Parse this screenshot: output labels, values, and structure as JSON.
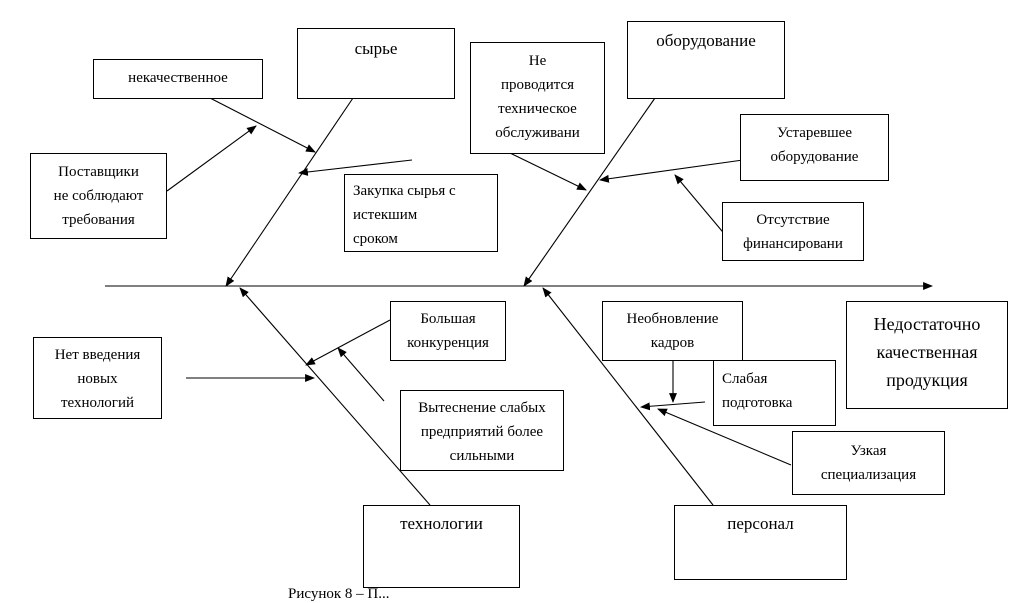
{
  "diagram": {
    "type": "fishbone",
    "effect": {
      "lines": [
        "Недостаточно",
        "качественная",
        "продукция"
      ]
    },
    "categories": {
      "raw_materials": {
        "label": "сырье",
        "causes": {
          "low_quality": {
            "lines": [
              "некачественное"
            ]
          },
          "suppliers": {
            "lines": [
              "Поставщики",
              "не соблюдают",
              "требования"
            ]
          },
          "expired": {
            "lines": [
              "Закупка сырья с",
              "истекшим",
              "сроком"
            ]
          }
        }
      },
      "equipment": {
        "label": "оборудование",
        "causes": {
          "no_maintenance": {
            "lines": [
              "Не",
              "проводится",
              "техническое",
              "обслуживани"
            ]
          },
          "outdated": {
            "lines": [
              "Устаревшее",
              "оборудование"
            ]
          },
          "no_funding": {
            "lines": [
              "Отсутствие",
              "финансировани"
            ]
          }
        }
      },
      "technology": {
        "label": "технологии",
        "causes": {
          "no_new_tech": {
            "lines": [
              "Нет введения",
              "новых",
              "технологий"
            ]
          },
          "competition": {
            "lines": [
              "Большая",
              "конкуренция"
            ]
          },
          "displacement": {
            "lines": [
              "Вытеснение слабых",
              "предприятий более",
              "сильными"
            ]
          }
        }
      },
      "personnel": {
        "label": "персонал",
        "causes": {
          "no_renewal": {
            "lines": [
              "Необновление",
              "кадров"
            ]
          },
          "weak_training": {
            "lines": [
              "Слабая",
              "подготовка"
            ]
          },
          "narrow_spec": {
            "lines": [
              "Узкая",
              "специализация"
            ]
          }
        }
      }
    },
    "caption": "Рисунок 8 – П..."
  }
}
